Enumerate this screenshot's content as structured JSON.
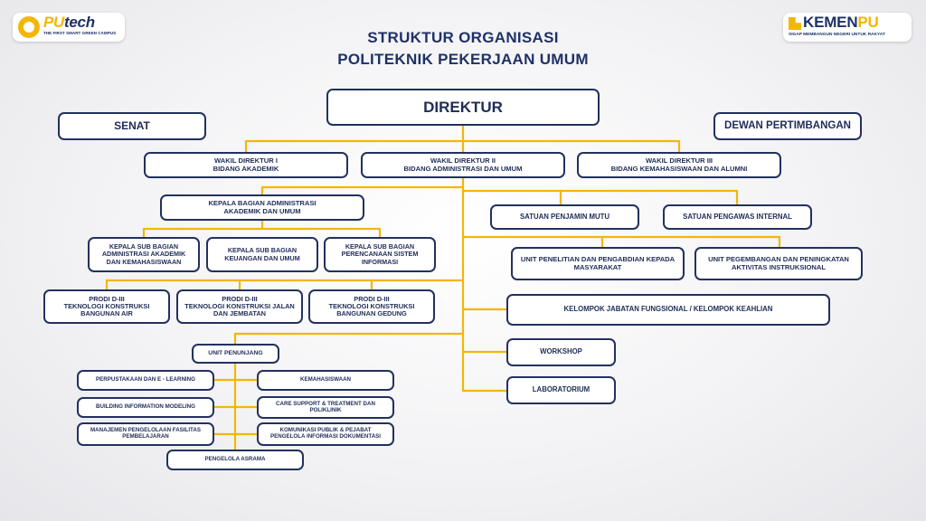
{
  "header": {
    "title_line1": "STRUKTUR ORGANISASI",
    "title_line2": "POLITEKNIK PEKERJAAN UMUM"
  },
  "logos": {
    "left": {
      "name_pu": "PU",
      "name_rest": "tech",
      "tagline": "THE FIRST SMART GREEN CAMPUS"
    },
    "right": {
      "name_a": "KEMEN",
      "name_b": "PU",
      "tagline": "SIGAP MEMBANGUN NEGERI UNTUK RAKYAT"
    }
  },
  "colors": {
    "connector": "#f2b705",
    "box_border": "#22315e",
    "text": "#1f2c57"
  },
  "org": {
    "direktur": "DIREKTUR",
    "senat": "SENAT",
    "dewan": "DEWAN PERTIMBANGAN",
    "wadir1": "WAKIL DIREKTUR I\nBIDANG AKADEMIK",
    "wadir2": "WAKIL DIREKTUR II\nBIDANG ADMINISTRASI DAN UMUM",
    "wadir3": "WAKIL DIREKTUR III\nBIDANG KEMAHASISWAAN DAN ALUMNI",
    "kabag": "KEPALA BAGIAN ADMINISTRASI\nAKADEMIK DAN UMUM",
    "subbag1": "KEPALA SUB BAGIAN\nADMINISTRASI AKADEMIK\nDAN KEMAHASISWAAN",
    "subbag2": "KEPALA SUB BAGIAN\nKEUANGAN DAN UMUM",
    "subbag3": "KEPALA SUB BAGIAN\nPERENCANAAN SISTEM\nINFORMASI",
    "prodi1": "PRODI D-III\nTEKNOLOGI KONSTRUKSI\nBANGUNAN AIR",
    "prodi2": "PRODI D-III\nTEKNOLOGI KONSTRUKSI JALAN\nDAN JEMBATAN",
    "prodi3": "PRODI D-III\nTEKNOLOGI KONSTRUKSI\nBANGUNAN GEDUNG",
    "spm": "SATUAN PENJAMIN MUTU",
    "spi": "SATUAN PENGAWAS INTERNAL",
    "uppm": "UNIT PENELITIAN DAN PENGABDIAN KEPADA\nMASYARAKAT",
    "upai": "UNIT PEGEMBANGAN DAN PENINGKATAN\nAKTIVITAS INSTRUKSIONAL",
    "kjf": "KELOMPOK JABATAN FUNGSIONAL / KELOMPOK KEAHLIAN",
    "workshop": "WORKSHOP",
    "lab": "LABORATORIUM",
    "penunjang": "UNIT PENUNJANG",
    "perpus": "PERPUSTAKAAN DAN E - LEARNING",
    "bim": "BUILDING INFORMATION MODELING",
    "mpfp": "MANAJEMEN PENGELOLAAN FASILITAS\nPEMBELAJARAN",
    "kemahasiswaan": "KEMAHASISWAAN",
    "care": "CARE SUPPORT & TREATMENT DAN\nPOLIKLINIK",
    "komunikasi": "KOMUNIKASI PUBLIK & PEJABAT\nPENGELOLA INFORMASI DOKUMENTASI",
    "asrama": "PENGELOLA ASRAMA"
  }
}
